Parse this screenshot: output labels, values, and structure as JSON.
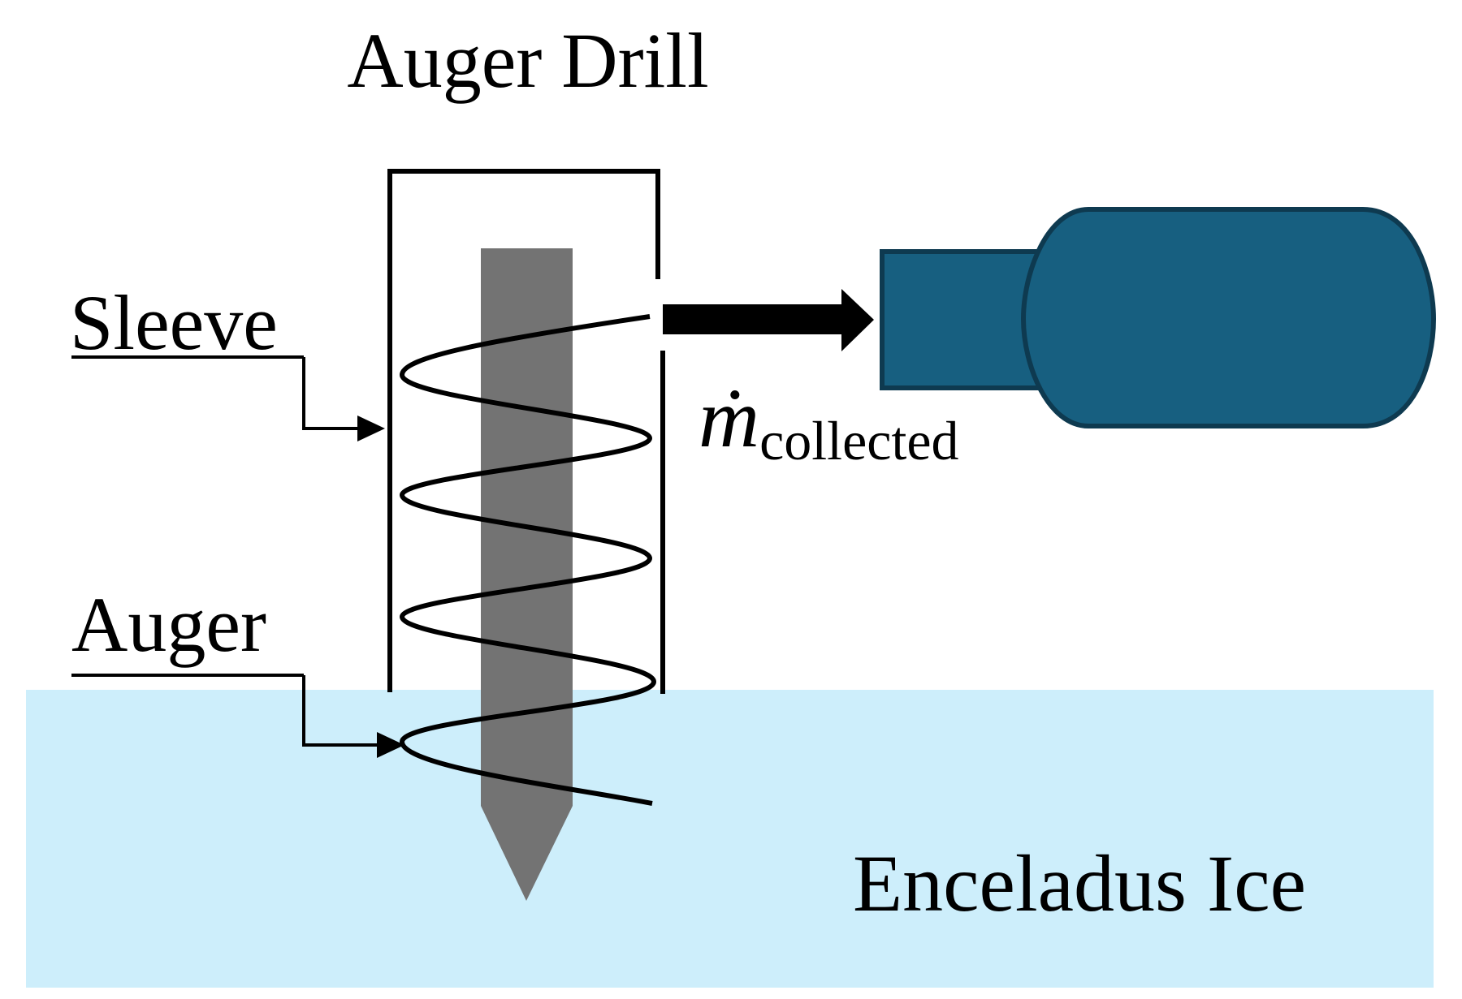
{
  "title": "Auger Drill",
  "labels": {
    "sleeve": "Sleeve",
    "auger": "Auger",
    "ice": "Enceladus Ice",
    "flow_symbol": "ṁ",
    "flow_subscript": "collected"
  },
  "colors": {
    "ice": "#cdeefb",
    "shaft": "#737373",
    "container_fill": "#175f80",
    "container_stroke": "#0e3a50",
    "line": "#000000"
  }
}
